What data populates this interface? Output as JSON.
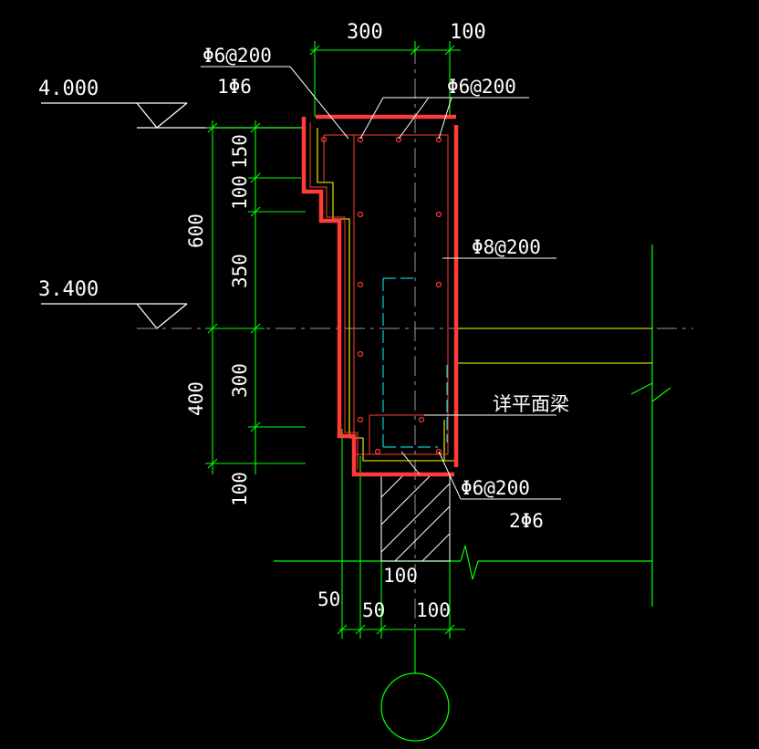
{
  "elevations": {
    "top": "4.000",
    "mid": "3.400"
  },
  "dims": {
    "top_width": "300",
    "top_right": "100",
    "v_150": "150",
    "v_100a": "100",
    "v_600": "600",
    "v_350": "350",
    "v_300": "300",
    "v_400": "400",
    "v_100b": "100",
    "bottom_width": "100",
    "b_50_left": "50",
    "b_50": "50",
    "b_100": "100"
  },
  "rebar": {
    "top_left_spacing": "Φ6@200",
    "top_left_count": "1Φ6",
    "top_right_spacing": "Φ6@200",
    "side_spacing": "Φ8@200",
    "bottom_spacing": "Φ6@200",
    "bottom_count": "2Φ6"
  },
  "notes": {
    "see_plan_beam": "详平面梁"
  },
  "colors": {
    "green": "#00ff00",
    "red": "#ff3b3b",
    "yellow": "#ffff00",
    "cyan": "#00ffff",
    "white": "#ffffff",
    "gray": "#9a9a9a"
  }
}
